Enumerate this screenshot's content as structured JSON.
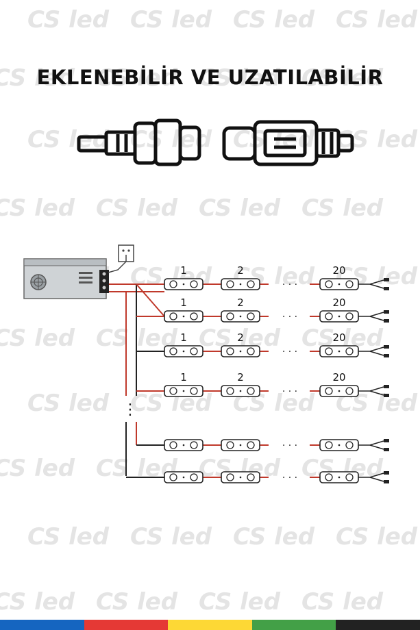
{
  "heading": "EKLENEBİLİR VE UZATILABİLİR",
  "watermark_text": "CS led",
  "module_labels": [
    "1",
    "2",
    "20"
  ],
  "ellipsis": "· · ·",
  "vertical_ellipsis": "⋮",
  "colors": {
    "wire_red": "#c0392b",
    "wire_dark": "#222222",
    "watermark": "#e4e4e4",
    "psu_body": "#cfd3d6"
  },
  "bottom_stripe": [
    "#1565c0",
    "#e53935",
    "#fdd835",
    "#43a047",
    "#222222"
  ]
}
